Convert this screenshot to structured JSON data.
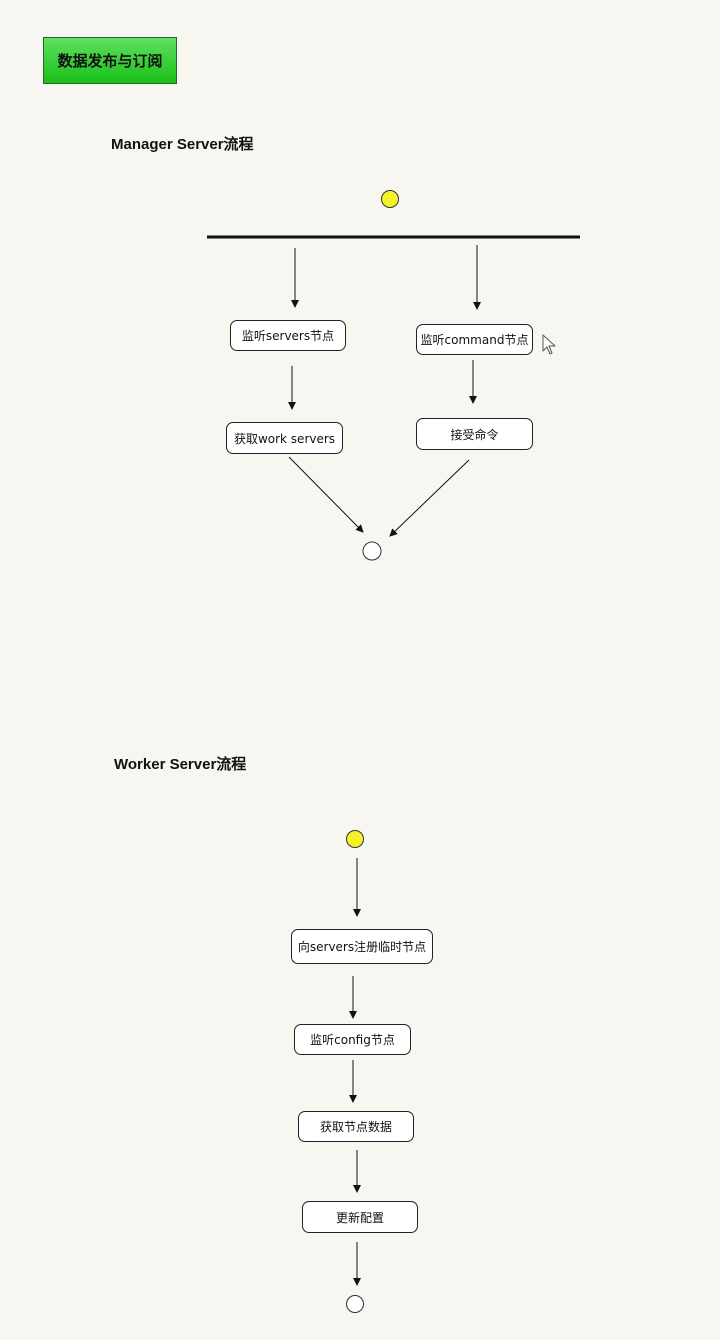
{
  "title": "数据发布与订阅",
  "manager": {
    "heading": "Manager Server流程",
    "nodes": {
      "watch_servers": "监听servers节点",
      "watch_command": "监听command节点",
      "get_work_servers": "获取work servers",
      "accept_command": "接受命令"
    }
  },
  "worker": {
    "heading": "Worker Server流程",
    "nodes": {
      "register": "向servers注册临时节点",
      "watch_config": "监听config节点",
      "get_data": "获取节点数据",
      "update_config": "更新配置"
    }
  },
  "colors": {
    "background": "#f8f6f0",
    "start_node": "#f5f22a",
    "title_gradient_top": "#5fe05f",
    "title_gradient_bottom": "#19c019"
  },
  "icons": {
    "cursor": "mouse-pointer-icon"
  }
}
